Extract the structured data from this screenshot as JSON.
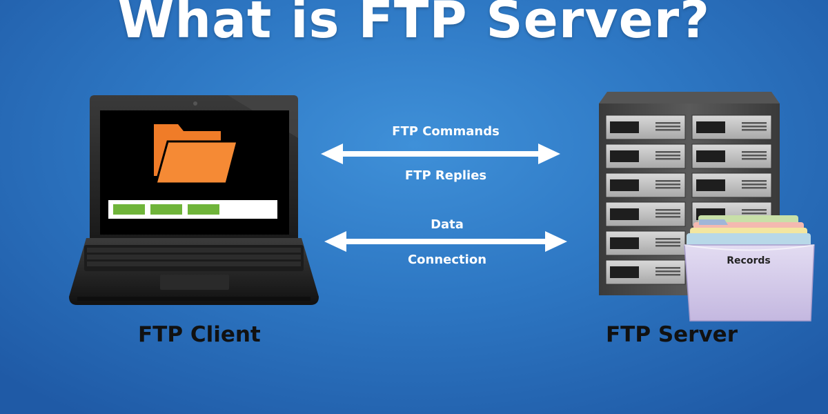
{
  "title": "What is FTP Server?",
  "client": {
    "label": "FTP Client"
  },
  "server": {
    "label": "FTP Server",
    "folder_label": "Records"
  },
  "connections": [
    {
      "top_label": "FTP Commands",
      "bottom_label": "FTP Replies"
    },
    {
      "top_label": "Data",
      "bottom_label": "Connection"
    }
  ],
  "colors": {
    "background": "#2e78c4",
    "folder_orange": "#f07c28",
    "progress_green": "#6fb43a",
    "arrow": "#ffffff",
    "rack": "#4a4a4a"
  },
  "icons": [
    "laptop-icon",
    "folder-icon",
    "server-rack-icon",
    "records-folder-icon",
    "double-arrow-icon"
  ]
}
